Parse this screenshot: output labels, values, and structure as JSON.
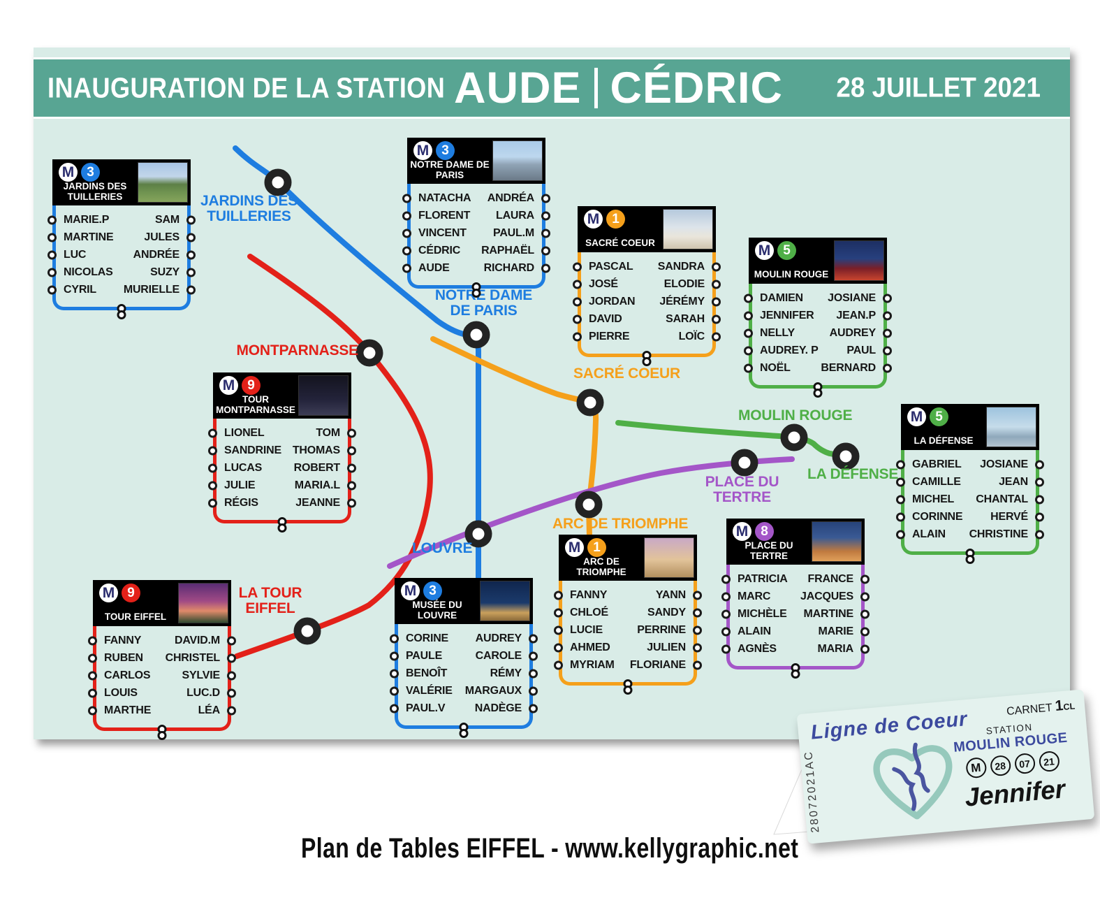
{
  "metro_logo": "M",
  "header": {
    "pretitle": "INAUGURATION DE LA STATION",
    "name1": "AUDE",
    "name2": "CÉDRIC",
    "date": "28 JUILLET 2021"
  },
  "colors": {
    "line_1": "#F5A01B",
    "line_3": "#1E7DE0",
    "line_5": "#4FAF47",
    "line_8": "#A456C8",
    "line_9": "#E32119",
    "teal_band": "#58A593",
    "map_bg": "#D9ECE7",
    "roundel_navy": "#2B2D6E",
    "dot_black": "#232323"
  },
  "cards": [
    {
      "id": "jardins",
      "line": "3",
      "color_key": "line_3",
      "title": "JARDINS DES TUILLERIES",
      "left": [
        "MARIE.P",
        "MARTINE",
        "LUC",
        "NICOLAS",
        "CYRIL"
      ],
      "right": [
        "SAM",
        "JULES",
        "ANDRÉE",
        "SUZY",
        "MURIELLE"
      ]
    },
    {
      "id": "notre-dame",
      "line": "3",
      "color_key": "line_3",
      "title": "NOTRE DAME DE PARIS",
      "left": [
        "NATACHA",
        "FLORENT",
        "VINCENT",
        "CÉDRIC",
        "AUDE"
      ],
      "right": [
        "ANDRÉA",
        "LAURA",
        "PAUL.M",
        "RAPHAËL",
        "RICHARD"
      ]
    },
    {
      "id": "sacre-coeur",
      "line": "1",
      "color_key": "line_1",
      "title": "SACRÉ COEUR",
      "left": [
        "PASCAL",
        "JOSÉ",
        "JORDAN",
        "DAVID",
        "PIERRE"
      ],
      "right": [
        "SANDRA",
        "ELODIE",
        "JÉRÉMY",
        "SARAH",
        "LOÏC"
      ]
    },
    {
      "id": "moulin-rouge",
      "line": "5",
      "color_key": "line_5",
      "title": "MOULIN ROUGE",
      "left": [
        "DAMIEN",
        "JENNIFER",
        "NELLY",
        "AUDREY. P",
        "NOËL"
      ],
      "right": [
        "JOSIANE",
        "JEAN.P",
        "AUDREY",
        "PAUL",
        "BERNARD"
      ]
    },
    {
      "id": "montparnasse",
      "line": "9",
      "color_key": "line_9",
      "title": "TOUR MONTPARNASSE",
      "left": [
        "LIONEL",
        "SANDRINE",
        "LUCAS",
        "JULIE",
        "RÉGIS"
      ],
      "right": [
        "TOM",
        "THOMAS",
        "ROBERT",
        "MARIA.L",
        "JEANNE"
      ]
    },
    {
      "id": "la-defense",
      "line": "5",
      "color_key": "line_5",
      "title": "LA DÉFENSE",
      "left": [
        "GABRIEL",
        "CAMILLE",
        "MICHEL",
        "CORINNE",
        "ALAIN"
      ],
      "right": [
        "JOSIANE",
        "JEAN",
        "CHANTAL",
        "HERVÉ",
        "CHRISTINE"
      ]
    },
    {
      "id": "arc-de-triomphe",
      "line": "1",
      "color_key": "line_1",
      "title": "ARC DE TRIOMPHE",
      "left": [
        "FANNY",
        "CHLOÉ",
        "LUCIE",
        "AHMED",
        "MYRIAM"
      ],
      "right": [
        "YANN",
        "SANDY",
        "PERRINE",
        "JULIEN",
        "FLORIANE"
      ]
    },
    {
      "id": "place-du-tertre",
      "line": "8",
      "color_key": "line_8",
      "title": "PLACE DU TERTRE",
      "left": [
        "PATRICIA",
        "MARC",
        "MICHÈLE",
        "ALAIN",
        "AGNÈS"
      ],
      "right": [
        "FRANCE",
        "JACQUES",
        "MARTINE",
        "MARIE",
        "MARIA"
      ]
    },
    {
      "id": "tour-eiffel",
      "line": "9",
      "color_key": "line_9",
      "title": "TOUR EIFFEL",
      "left": [
        "FANNY",
        "RUBEN",
        "CARLOS",
        "LOUIS",
        "MARTHE"
      ],
      "right": [
        "DAVID.M",
        "CHRISTEL",
        "SYLVIE",
        "LUC.D",
        "LÉA"
      ]
    },
    {
      "id": "louvre",
      "line": "3",
      "color_key": "line_3",
      "title": "MUSÉE DU LOUVRE",
      "left": [
        "CORINE",
        "PAULE",
        "BENOÎT",
        "VALÉRIE",
        "PAUL.V"
      ],
      "right": [
        "AUDREY",
        "CAROLE",
        "RÉMY",
        "MARGAUX",
        "NADÈGE"
      ]
    }
  ],
  "map_labels": [
    {
      "id": "jardins",
      "text": "JARDINS DES TUILLERIES",
      "color_key": "line_3"
    },
    {
      "id": "notre-dame",
      "text": "NOTRE DAME DE PARIS",
      "color_key": "line_3"
    },
    {
      "id": "montparnasse",
      "text": "MONTPARNASSE",
      "color_key": "line_9"
    },
    {
      "id": "sacre-coeur",
      "text": "SACRÉ COEUR",
      "color_key": "line_1"
    },
    {
      "id": "moulin-rouge",
      "text": "MOULIN ROUGE",
      "color_key": "line_5"
    },
    {
      "id": "la-defense",
      "text": "LA DÉFENSE",
      "color_key": "line_5"
    },
    {
      "id": "place-du-tertre",
      "text": "PLACE DU TERTRE",
      "color_key": "line_8"
    },
    {
      "id": "arc-de-triomphe",
      "text": "ARC DE TRIOMPHE",
      "color_key": "line_1"
    },
    {
      "id": "louvre",
      "text": "LOUVRE",
      "color_key": "line_3"
    },
    {
      "id": "tour-eiffel",
      "text": "LA TOUR EIFFEL",
      "color_key": "line_9"
    }
  ],
  "ticket": {
    "brand": "Ligne de Coeur",
    "carnet": "CARNET",
    "carnet_num": "1",
    "carnet_cl": "CL",
    "code": "28072021AC",
    "station_label": "STATION",
    "station_name": "MOULIN ROUGE",
    "stamps": [
      "M",
      "28",
      "07",
      "21"
    ],
    "guest_name": "Jennifer"
  },
  "footer": {
    "text": "Plan de Tables EIFFEL - www.kellygraphic.net"
  }
}
